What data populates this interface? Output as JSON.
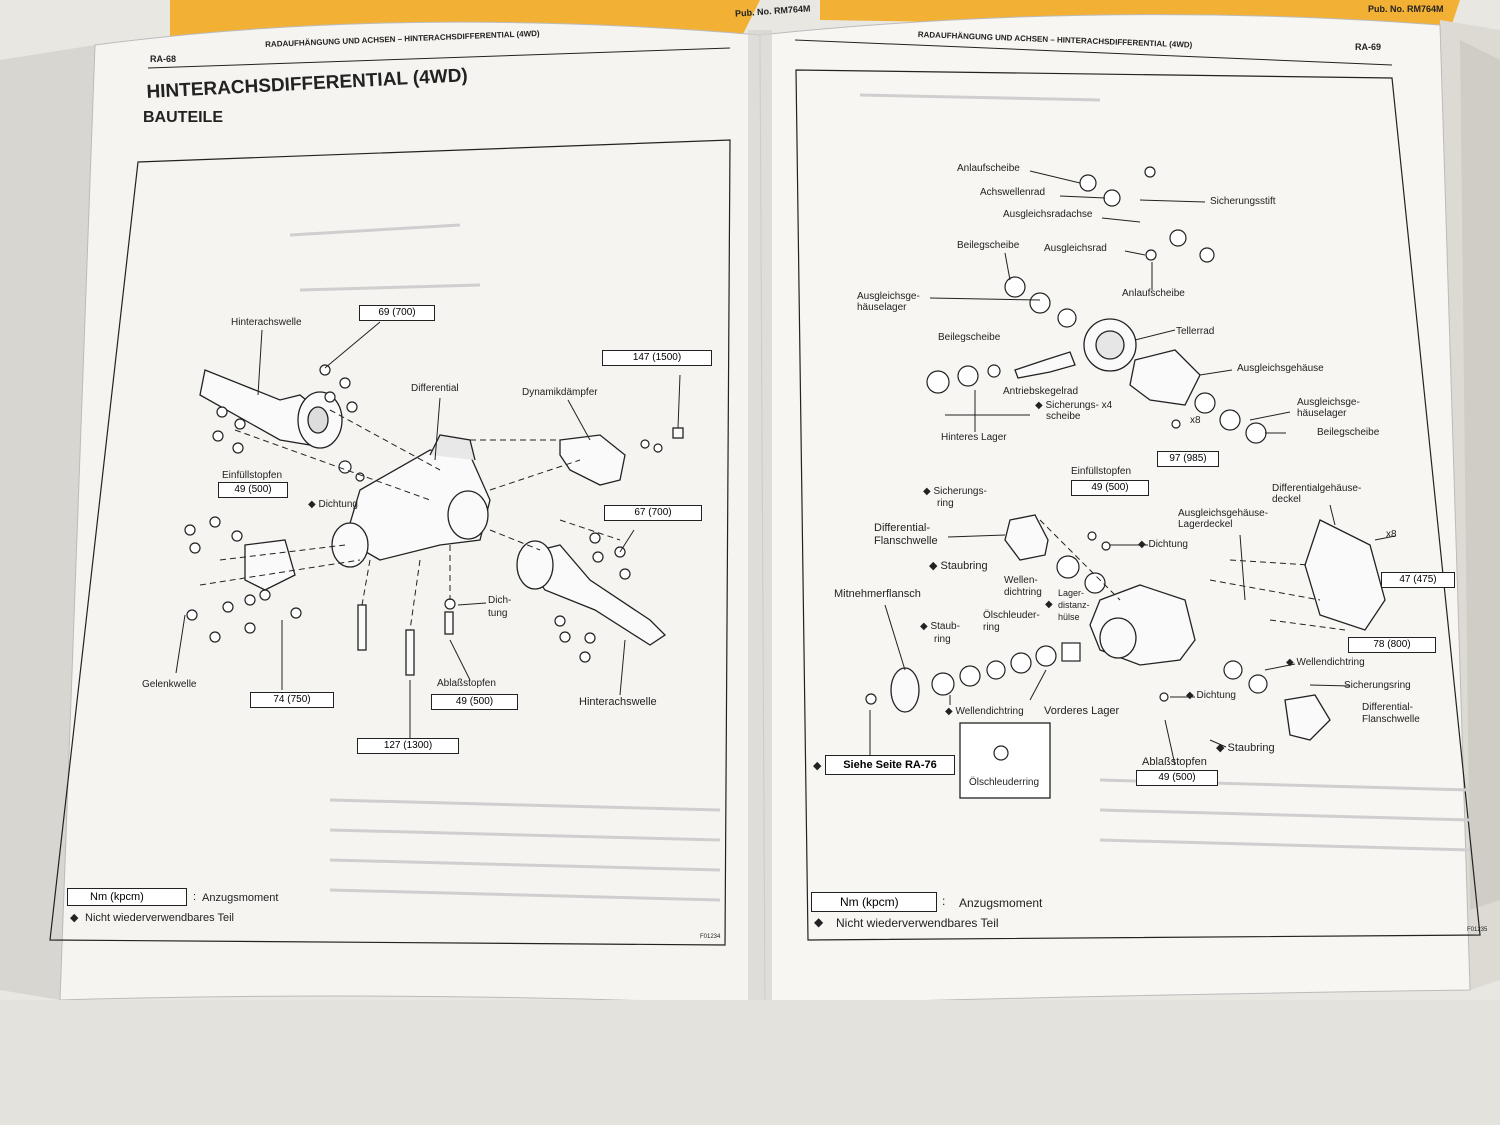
{
  "pub_labels": [
    "Pub. No. RM764M",
    "Pub. No. RM764M"
  ],
  "left_page": {
    "page_no": "RA-68",
    "header": "RADAUFHÄNGUNG UND ACHSEN – HINTERACHSDIFFERENTIAL (4WD)",
    "title": "HINTERACHSDIFFERENTIAL (4WD)",
    "subtitle": "BAUTEILE",
    "labels": {
      "hinterachswelle_top": "Hinterachswelle",
      "differential": "Differential",
      "dynamikdaempfer": "Dynamikdämpfer",
      "einfuellstopfen": "Einfüllstopfen",
      "dichtung": "◆ Dichtung",
      "dichtung2": "Dich-",
      "dichtung2b": "tung",
      "gelenkwelle": "Gelenkwelle",
      "ablassstopfen": "Ablaßstopfen",
      "hinterachswelle_bottom": "Hinterachswelle"
    },
    "torques": {
      "t69": "69 (700)",
      "t147": "147 (1500)",
      "t49a": "49 (500)",
      "t67": "67 (700)",
      "t74": "74 (750)",
      "t49b": "49 (500)",
      "t127": "127 (1300)"
    },
    "legend": {
      "unit": "Nm (kpcm)",
      "torque": "Anzugsmoment",
      "nonreuse": "Nicht wiederverwendbares Teil"
    },
    "fig_no": "F01234"
  },
  "right_page": {
    "page_no": "RA-69",
    "header": "RADAUFHÄNGUNG UND ACHSEN – HINTERACHSDIFFERENTIAL (4WD)",
    "labels": {
      "anlaufscheibe1": "Anlaufscheibe",
      "achswellenrad": "Achswellenrad",
      "ausgleichsradachse": "Ausgleichsradachse",
      "sicherungsstift": "Sicherungsstift",
      "beilegscheibe1": "Beilegscheibe",
      "ausgleichsrad": "Ausgleichsrad",
      "anlaufscheibe2": "Anlaufscheibe",
      "ausgleichsgehaeuselager1a": "Ausgleichsge-",
      "ausgleichsgehaeuselager1b": "häuselager",
      "tellerrad": "Tellerrad",
      "beilegscheibe2": "Beilegscheibe",
      "ausgleichsgehaeuse": "Ausgleichsgehäuse",
      "antriebskegelrad": "Antriebskegelrad",
      "sicherungsscheibe_a": "◆ Sicherungs- x4",
      "sicherungsscheibe_b": "scheibe",
      "x8a": "x8",
      "ausgleichsgehaeuselager2a": "Ausgleichsge-",
      "ausgleichsgehaeuselager2b": "häuselager",
      "beilegscheibe3": "Beilegscheibe",
      "hinteres_lager": "Hinteres Lager",
      "einfuellstopfen": "Einfüllstopfen",
      "sicherungsring_a": "◆ Sicherungs-",
      "sicherungsring_b": "ring",
      "diff_deckel_a": "Differentialgehäuse-",
      "diff_deckel_b": "deckel",
      "lagerdeckel_a": "Ausgleichsgehäuse-",
      "lagerdeckel_b": "Lagerdeckel",
      "flanschwelle1a": "Differential-",
      "flanschwelle1b": "Flanschwelle",
      "dichtung": "◆ Dichtung",
      "x8b": "x8",
      "staubring1": "◆ Staubring",
      "wellendichtring_a": "Wellen-",
      "wellendichtring_b": "dichtring",
      "lagerdistanz_a": "Lager-",
      "lagerdistanz_b": "distanz-",
      "lagerdistanz_c": "hülse",
      "mitnehmerflansch": "Mitnehmerflansch",
      "oelschleuder_a": "Ölschleuder-",
      "oelschleuder_b": "ring",
      "staubring2a": "◆ Staub-",
      "staubring2b": "ring",
      "wellendichtring2": "◆ Wellendichtring",
      "sicherungsring2": "Sicherungsring",
      "flanschwelle2a": "Differential-",
      "flanschwelle2b": "Flanschwelle",
      "dichtung2": "◆ Dichtung",
      "wellendichtring3": "◆ Wellendichtring",
      "vorderes_lager": "Vorderes Lager",
      "staubring3": "◆ Staubring",
      "ablassstopfen": "Ablaßstopfen",
      "oelschleuderring": "Ölschleuderring"
    },
    "torques": {
      "t97": "97 (985)",
      "t49a": "49 (500)",
      "t47": "47 (475)",
      "t78": "78 (800)",
      "t49b": "49 (500)"
    },
    "see_page": "Siehe Seite RA-76",
    "legend": {
      "unit": "Nm (kpcm)",
      "torque": "Anzugsmoment",
      "nonreuse": "Nicht wiederverwendbares Teil"
    },
    "fig_no": "F01235"
  },
  "colors": {
    "cover_orange": "#f2b134",
    "paper": "#f4f3ef",
    "ink": "#222222"
  }
}
